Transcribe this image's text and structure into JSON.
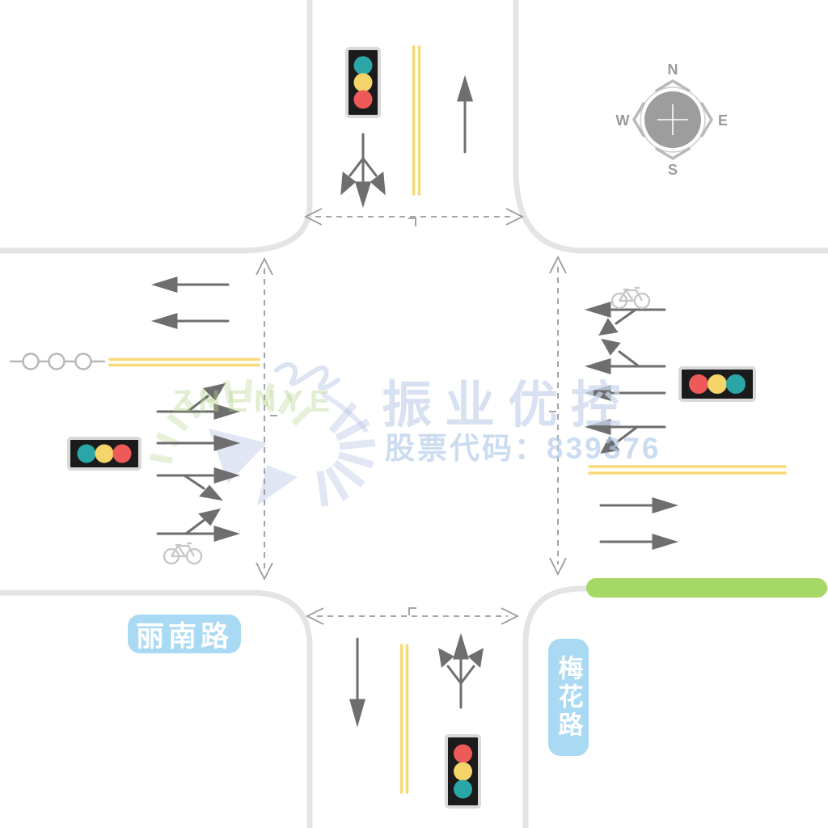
{
  "compass": {
    "n": "N",
    "e": "E",
    "s": "S",
    "w": "W"
  },
  "labels": {
    "west_road": "丽南路",
    "south_road": "梅花路"
  },
  "watermark": {
    "brand": "振业优控",
    "stock_line": "股票代码：839376",
    "logo": "ZHENYE"
  },
  "colors": {
    "road_edge": "#e4e4e4",
    "lane_arrow": "#6e6e6e",
    "dashed_guide": "#9a9a9a",
    "yellow_line": "#f8d978",
    "green_lane": "#a6d865",
    "label_bg": "#a9d9f3",
    "label_text": "#ffffff",
    "signal_red": "#ee5a5a",
    "signal_yellow": "#f5d46a",
    "signal_teal": "#2aa6a6",
    "signal_body": "#1b1b1b",
    "signal_border": "#d9d9d9",
    "compass_fill": "#9d9d9d",
    "compass_text": "#9a9a9a",
    "guardrail": "#b8b8b8",
    "bicycle_icon": "#c6c6c6"
  },
  "signals": {
    "north": {
      "orientation": "vertical",
      "bulbs_top_to_bottom": [
        "teal",
        "yellow",
        "red"
      ]
    },
    "west": {
      "orientation": "horizontal",
      "bulbs_left_to_right": [
        "teal",
        "yellow",
        "red"
      ]
    },
    "east": {
      "orientation": "horizontal",
      "bulbs_left_to_right": [
        "red",
        "yellow",
        "teal"
      ]
    },
    "south": {
      "orientation": "vertical",
      "bulbs_top_to_bottom": [
        "red",
        "yellow",
        "teal"
      ]
    }
  },
  "lane_arrows": {
    "north_approach_southbound": [
      "left-through-right trident"
    ],
    "north_exit_northbound": [
      "through up"
    ],
    "west_exit_westbound": [
      "through left",
      "through left"
    ],
    "west_approach_eastbound": [
      "through+left",
      "through",
      "through+right",
      "through+left with bicycle"
    ],
    "east_approach_westbound": [
      "through+left with bicycle",
      "through+right",
      "through",
      "through+left"
    ],
    "east_exit_eastbound": [
      "through right",
      "through right"
    ],
    "south_exit_southbound": [
      "through down"
    ],
    "south_approach_northbound": [
      "left-through-right trident"
    ]
  },
  "road_markings": {
    "north_leg": "double yellow centerline",
    "west_leg": "double yellow centerline + guardrail",
    "east_leg": "double yellow centerline + green bicycle lane bar",
    "south_leg": "double yellow centerline"
  }
}
